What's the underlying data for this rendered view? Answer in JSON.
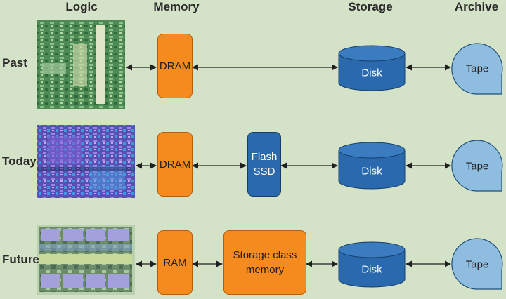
{
  "headers": {
    "logic": "Logic",
    "memory": "Memory",
    "storage": "Storage",
    "archive": "Archive"
  },
  "rows": [
    {
      "label": "Past",
      "memory": "DRAM",
      "storage": "Disk",
      "archive": "Tape"
    },
    {
      "label": "Today",
      "memory": "DRAM",
      "intermediate_line1": "Flash",
      "intermediate_line2": "SSD",
      "storage": "Disk",
      "archive": "Tape"
    },
    {
      "label": "Future",
      "memory": "RAM",
      "intermediate_line1": "Storage class",
      "intermediate_line2": "memory",
      "storage": "Disk",
      "archive": "Tape"
    }
  ],
  "colors": {
    "background": "#d4e2c8",
    "memory_box": "#f58a1f",
    "flash_box": "#2a69ad",
    "disk_fill": "#2a69ad",
    "tape_fill": "#8fbde0",
    "arrow": "#1f1f1f"
  }
}
